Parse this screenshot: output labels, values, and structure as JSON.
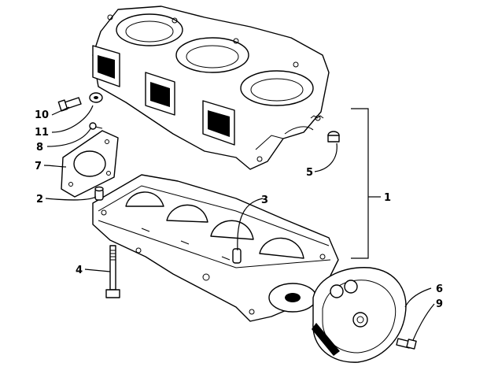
{
  "diagram": {
    "callouts": [
      {
        "id": "c10",
        "label": "10"
      },
      {
        "id": "c11",
        "label": "11"
      },
      {
        "id": "c8",
        "label": "8"
      },
      {
        "id": "c7",
        "label": "7"
      },
      {
        "id": "c2",
        "label": "2"
      },
      {
        "id": "c3",
        "label": "3"
      },
      {
        "id": "c5",
        "label": "5"
      },
      {
        "id": "c1",
        "label": "1"
      },
      {
        "id": "c4",
        "label": "4"
      },
      {
        "id": "c6",
        "label": "6"
      },
      {
        "id": "c9",
        "label": "9"
      }
    ]
  }
}
